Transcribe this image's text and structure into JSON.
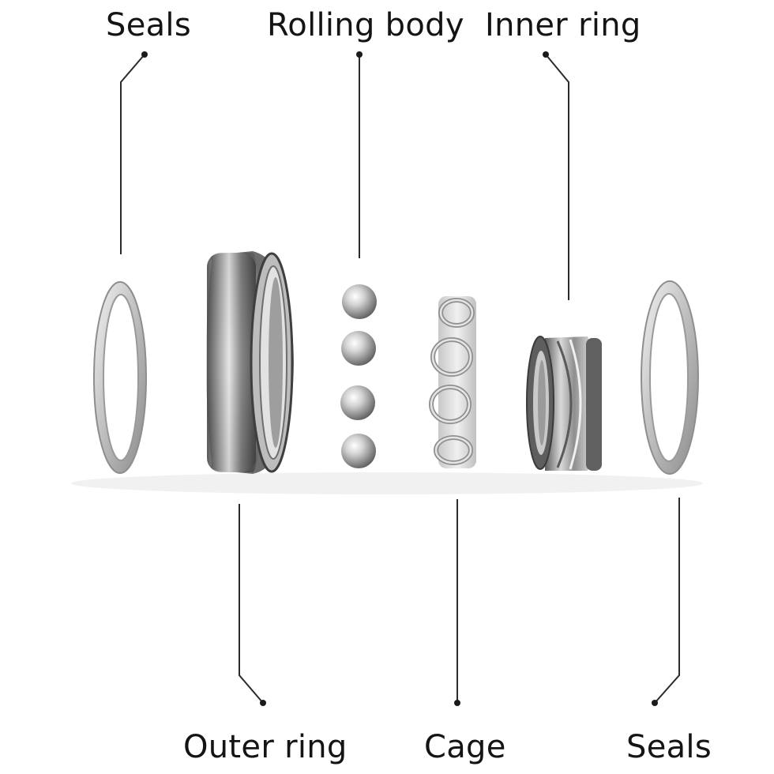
{
  "labels": {
    "top_left_seal": "Seals",
    "rolling_body": "Rolling body",
    "inner_ring": "Inner ring",
    "outer_ring": "Outer ring",
    "cage": "Cage",
    "bottom_right_seal": "Seals"
  },
  "colors": {
    "line": "#2b2b2b",
    "metal_light": "#e6e6e6",
    "metal_mid": "#a9a9a9",
    "metal_dark": "#4a4a4a"
  }
}
